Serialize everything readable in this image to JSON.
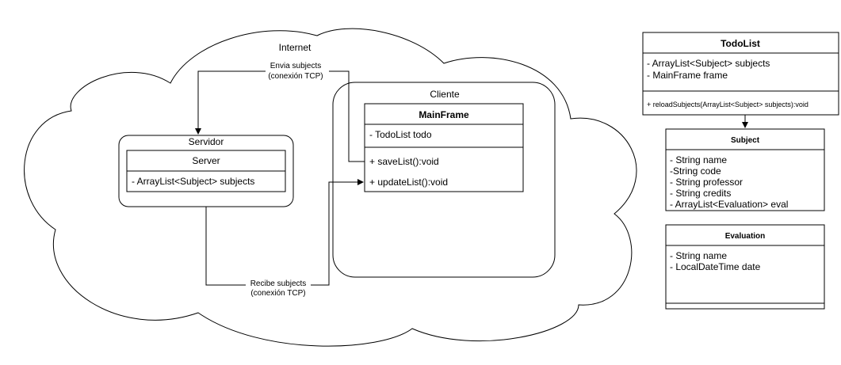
{
  "cloud": {
    "label": "Internet"
  },
  "servidor": {
    "container_label": "Servidor",
    "class_name": "Server",
    "attributes": [
      "- ArrayList<Subject> subjects"
    ]
  },
  "cliente": {
    "container_label": "Cliente",
    "class_name": "MainFrame",
    "attributes": [
      "- TodoList todo"
    ],
    "methods": [
      "+ saveList():void",
      "+ updateList():void"
    ]
  },
  "arrows": {
    "send": {
      "line1": "Envia subjects",
      "line2": "(conexión TCP)"
    },
    "receive": {
      "line1": "Recibe subjects",
      "line2": "(conexión TCP)"
    }
  },
  "todolist": {
    "class_name": "TodoList",
    "attributes": [
      "- ArrayList<Subject> subjects",
      "- MainFrame frame"
    ],
    "methods": [
      "+ reloadSubjects(ArrayList<Subject> subjects):void"
    ]
  },
  "subject": {
    "class_name": "Subject",
    "attributes": [
      "- String name",
      "-String code",
      "- String professor",
      "- String credits",
      "- ArrayList<Evaluation> eval"
    ]
  },
  "evaluation": {
    "class_name": "Evaluation",
    "attributes": [
      "- String name",
      "- LocalDateTime date"
    ]
  }
}
